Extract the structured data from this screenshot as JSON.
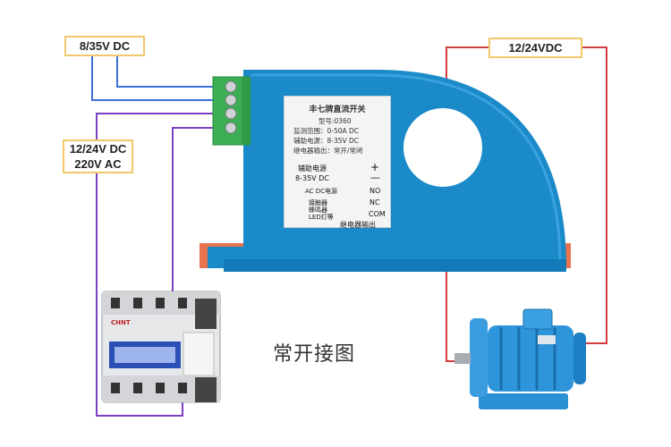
{
  "labels": {
    "sensor_power": "8/35V DC",
    "coil_voltage_1": "12/24V DC",
    "coil_voltage_2": "220V AC",
    "motor_supply": "12/24VDC"
  },
  "sticker": {
    "title": "丰七牌直流开关",
    "model": "型号:0360",
    "range": "监测范围：0-50A DC",
    "aux_power": "辅助电源：8-35V DC",
    "relay_output": "继电器输出：常开/常闭"
  },
  "terminals": {
    "aux_power": "辅助电源",
    "aux_voltage": "8-35V DC",
    "plus": "+",
    "minus": "—",
    "ac_dc": "AC DC电源",
    "no": "NO",
    "nc": "NC",
    "com": "COM",
    "load_1": "接触器",
    "load_2": "蜂鸣器",
    "load_3": "LED灯等",
    "relay_caption": "继电器输出"
  },
  "contactor": {
    "brand": "CHNT"
  },
  "caption": "常开接图",
  "colors": {
    "sensor_body": "#1b8ac8",
    "wire_blue": "#3d6fd8",
    "wire_purple": "#7a3fc2",
    "wire_red": "#d43d3d",
    "label_border": "#f0c86a"
  }
}
